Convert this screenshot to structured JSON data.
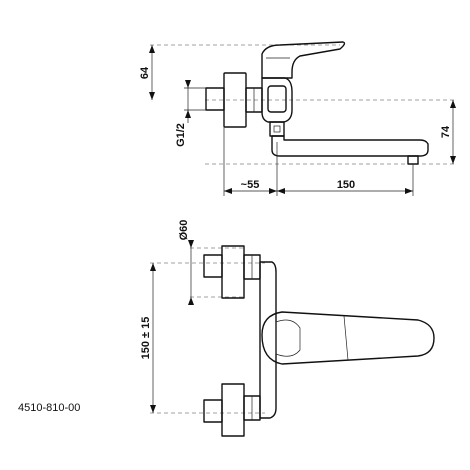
{
  "product_code": "4510-810-00",
  "side_view": {
    "dimensions": {
      "height_top": "64",
      "thread": "G1/2",
      "spout_height": "74",
      "wall_offset": "~55",
      "spout_reach": "150"
    }
  },
  "front_view": {
    "dimensions": {
      "flange_diameter": "Ø60",
      "inlet_spacing": "150 ± 15"
    }
  }
}
